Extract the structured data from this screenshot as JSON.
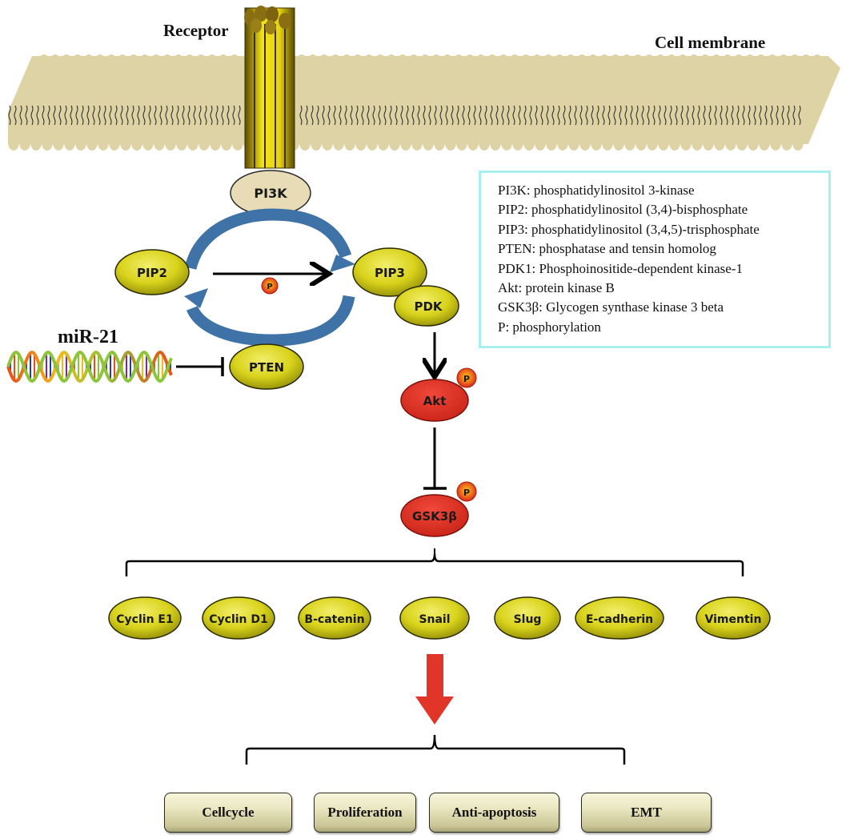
{
  "labels": {
    "receptor": "Receptor",
    "cell_membrane": "Cell membrane",
    "mir21": "miR-21"
  },
  "nodes": {
    "pi3k": "PI3K",
    "pip2": "PIP2",
    "pip3": "PIP3",
    "pdk": "PDK",
    "pten": "PTEN",
    "akt": "Akt",
    "gsk3b": "GSK3β",
    "phospho": "P"
  },
  "targets": [
    "Cyclin E1",
    "Cyclin D1",
    "B-catenin",
    "Snail",
    "Slug",
    "E-cadherin",
    "Vimentin"
  ],
  "outcomes": [
    "Cellcycle",
    "Proliferation",
    "Anti-apoptosis",
    "EMT"
  ],
  "legend": [
    "PI3K: phosphatidylinositol 3-kinase",
    "PIP2:  phosphatidylinositol (3,4)-bisphosphate",
    "PIP3:  phosphatidylinositol (3,4,5)-trisphosphate",
    "PTEN: phosphatase and tensin homolog",
    "PDK1: Phosphoinositide-dependent kinase-1",
    "Akt: protein kinase B",
    "GSK3β: Glycogen synthase kinase 3 beta",
    " P: phosphorylation"
  ],
  "colors": {
    "membrane": "#ddd3a4",
    "yellow_node": "#d8d21a",
    "red_node": "#e2352a",
    "tan_node": "#e7dcb6",
    "cycle_arrow": "#3f73a8",
    "legend_border": "#a8f0f0",
    "result_arrow": "#e2352a"
  }
}
